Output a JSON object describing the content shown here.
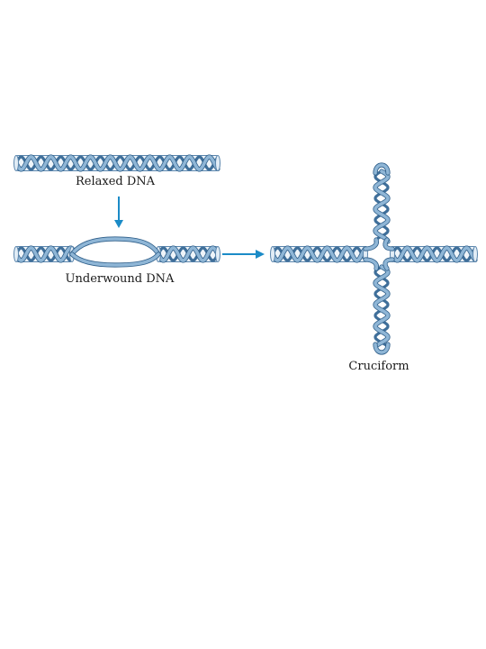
{
  "labels": {
    "relaxed": "Relaxed DNA",
    "underwound": "Underwound DNA",
    "cruciform": "Cruciform"
  },
  "colors": {
    "strand_back": "#3f6f9a",
    "strand_front": "#8fb6d6",
    "arrow": "#1b8bc7"
  },
  "icons": {
    "down_arrow": "down-arrow-icon",
    "right_arrow": "right-arrow-icon"
  }
}
